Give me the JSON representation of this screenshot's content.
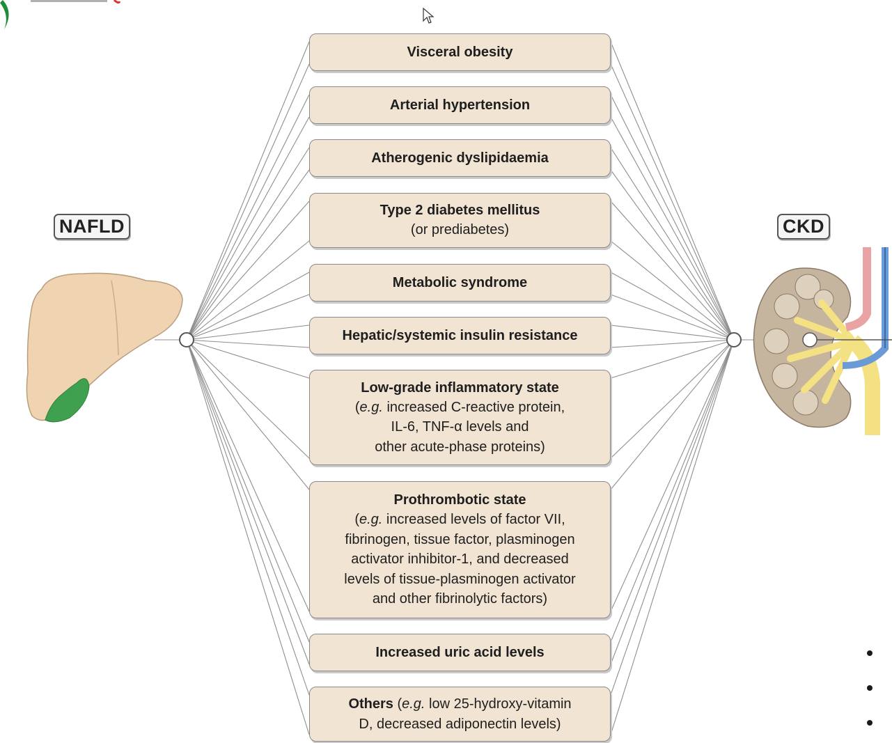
{
  "left_label": "NAFLD",
  "right_label": "CKD",
  "factors": [
    {
      "title": "Visceral obesity",
      "lines": []
    },
    {
      "title": "Arterial hypertension",
      "lines": []
    },
    {
      "title": "Atherogenic dyslipidaemia",
      "lines": []
    },
    {
      "title": "Type 2 diabetes mellitus",
      "lines": [
        "(or prediabetes)"
      ]
    },
    {
      "title": "Metabolic syndrome",
      "lines": []
    },
    {
      "title": "Hepatic/systemic insulin resistance",
      "lines": []
    },
    {
      "title": "Low-grade inflammatory state",
      "lines": [
        "(",
        "e.g.",
        " increased C-reactive protein,",
        "IL-6, TNF-α levels and",
        "other acute-phase proteins)"
      ]
    },
    {
      "title": "Prothrombotic state",
      "lines": [
        "(",
        "e.g.",
        " increased levels of factor VII,",
        "fibrinogen, tissue factor, plasminogen",
        "activator inhibitor-1, and decreased",
        "levels of tissue-plasminogen activator",
        "and other fibrinolytic factors)"
      ]
    },
    {
      "title": "Increased uric acid levels",
      "lines": []
    },
    {
      "title": "Others",
      "title_detail_open": " (",
      "title_detail_eg": "e.g.",
      "title_detail_rest": " low 25-hydroxy-vitamin",
      "lines": [
        "D, decreased adiponectin levels)"
      ]
    }
  ],
  "colors": {
    "box_fill": "#f1e4d3",
    "liver": "#f0d3b0",
    "gallbladder": "#3fa04f",
    "kidney": "#c6b59e",
    "ureter": "#f4e184",
    "artery": "#e9a3a3",
    "vein": "#6b9bd6"
  }
}
